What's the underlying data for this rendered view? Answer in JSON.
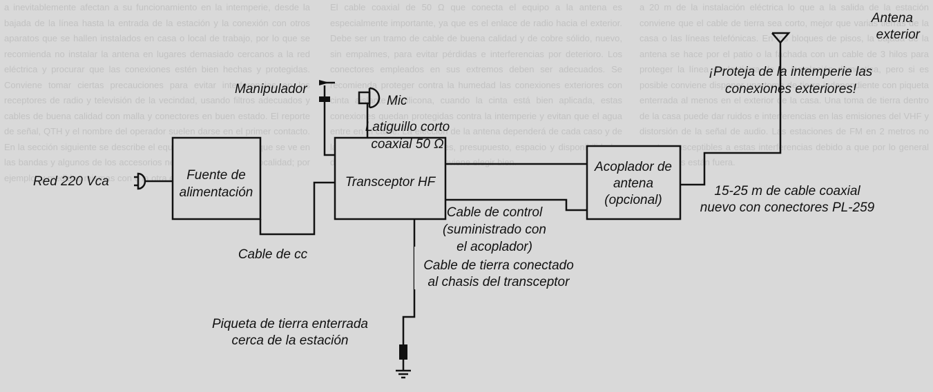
{
  "labels": {
    "manipulador": "Manipulador",
    "mic": "Mic",
    "latiguillo_1": "Latiguillo corto",
    "latiguillo_2": "coaxial 50 Ω",
    "red": "Red 220 Vca",
    "fuente_1": "Fuente de",
    "fuente_2": "alimentación",
    "transceptor": "Transceptor HF",
    "acoplador_1": "Acoplador de",
    "acoplador_2": "antena",
    "acoplador_3": "(opcional)",
    "cable_coax_1": "15-25 m de cable coaxial",
    "cable_coax_2": "nuevo con conectores PL-259",
    "cable_control_1": "Cable de control",
    "cable_control_2": "(suministrado con",
    "cable_control_3": "el acoplador)",
    "cable_cc": "Cable de cc",
    "cable_tierra_1": "Cable de tierra conectado",
    "cable_tierra_2": "al chasis del transceptor",
    "piqueta_1": "Piqueta de tierra enterrada",
    "piqueta_2": "cerca de la estación",
    "antena_1": "Antena",
    "antena_2": "exterior",
    "proteja_1": "¡Proteja de la intemperie las",
    "proteja_2": "conexiones exteriores!"
  },
  "icons": [
    "power-plug-icon",
    "telegraph-key-icon",
    "microphone-icon",
    "antenna-icon",
    "ground-stake-icon"
  ]
}
